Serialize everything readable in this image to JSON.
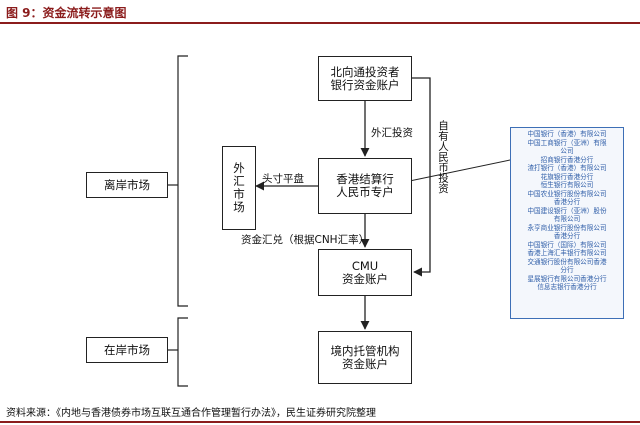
{
  "title": "图 9：资金流转示意图",
  "boxes": {
    "northbound": [
      "北向通投资者",
      "银行资金账户"
    ],
    "hk_settlement": [
      "香港结算行",
      "人民币专户"
    ],
    "cmu": [
      "CMU",
      "资金账户"
    ],
    "custodian": [
      "境内托管机构",
      "资金账户"
    ],
    "fx_market": [
      "外",
      "汇",
      "市",
      "场"
    ],
    "offshore": "离岸市场",
    "onshore": "在岸市场"
  },
  "labels": {
    "fx_investment": "外汇投资",
    "own_rmb_investment": "自有人民币投资",
    "square_position": "头寸平盘",
    "fund_exchange": "资金汇兑（根据CNH汇率）"
  },
  "settlement_banks": [
    "中国银行（香港）有限公司",
    "中国工商银行（亚洲）有限",
    "公司",
    "招商银行香港分行",
    "渣打银行（香港）有限公司",
    "花旗银行香港分行",
    "恒生银行有限公司",
    "中国农业银行股份有限公司",
    "香港分行",
    "中国建设银行（亚洲）股份",
    "有限公司",
    "永亨商业银行股份有限公司",
    "香港分行",
    "中国银行（国际）有限公司",
    "香港上海汇丰银行有限公司",
    "交通银行股份有限公司香港",
    "分行",
    "星展银行有限公司香港分行",
    "信息志银行香港分行"
  ],
  "source": "资料来源：《内地与香港债券市场互联互通合作管理暂行办法》，民生证券研究院整理",
  "colors": {
    "title": "#8b1c1c",
    "panel_border": "#3d6fb6",
    "panel_text": "#2f5ea8"
  }
}
